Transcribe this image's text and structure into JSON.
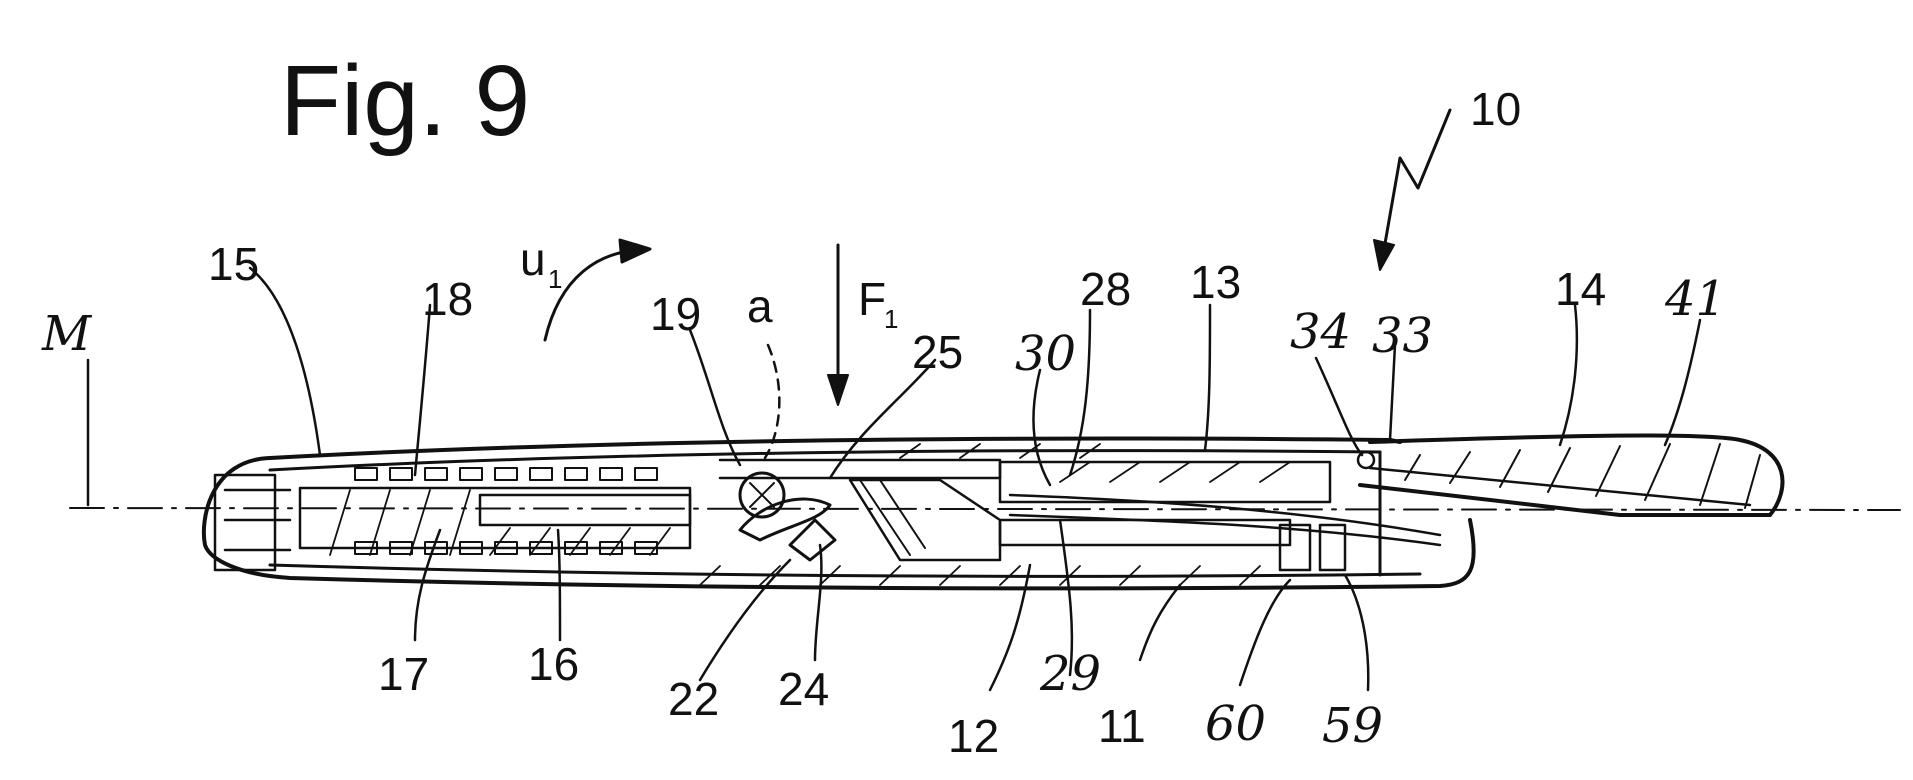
{
  "figure": {
    "title": "Fig. 9",
    "axis_label": "M",
    "force_label": "F",
    "force_subscript": "1",
    "rotation_label": "u",
    "rotation_subscript": "1",
    "gap_label": "a"
  },
  "reference_numerals": {
    "r10": "10",
    "r15": "15",
    "r18": "18",
    "r19": "19",
    "r25": "25",
    "r30": "30",
    "r28": "28",
    "r13": "13",
    "r34": "34",
    "r33": "33",
    "r14": "14",
    "r41": "41",
    "r17": "17",
    "r16": "16",
    "r22": "22",
    "r24": "24",
    "r12": "12",
    "r29": "29",
    "r11": "11",
    "r60": "60",
    "r59": "59"
  }
}
